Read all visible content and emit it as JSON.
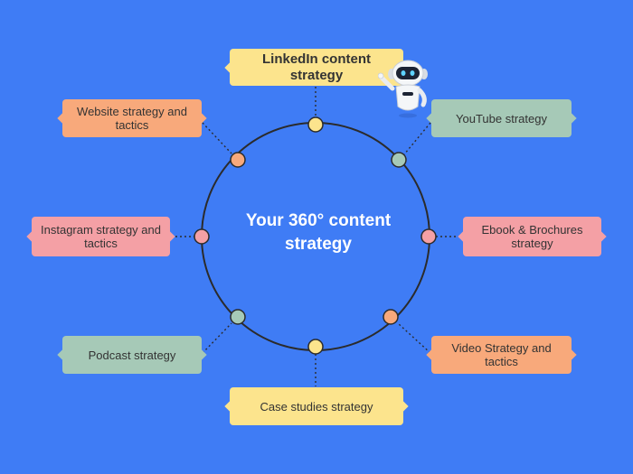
{
  "center": {
    "title": "Your 360° content strategy"
  },
  "items": {
    "linkedin": {
      "label": "LinkedIn content strategy"
    },
    "website": {
      "label": "Website strategy and tactics"
    },
    "youtube": {
      "label": "YouTube strategy"
    },
    "instagram": {
      "label": "Instagram strategy and tactics"
    },
    "ebook": {
      "label": "Ebook & Brochures strategy"
    },
    "podcast": {
      "label": "Podcast strategy"
    },
    "video": {
      "label": "Video Strategy and tactics"
    },
    "case": {
      "label": "Case studies strategy"
    }
  },
  "colors": {
    "background": "#3f7cf5",
    "ring": "#2b2b2b",
    "peach": "#f8a97b",
    "pink": "#f4a0a5",
    "sage": "#a6c9b7",
    "yellow": "#fce48d"
  },
  "icons": {
    "mascot": "robot-mascot-icon"
  }
}
